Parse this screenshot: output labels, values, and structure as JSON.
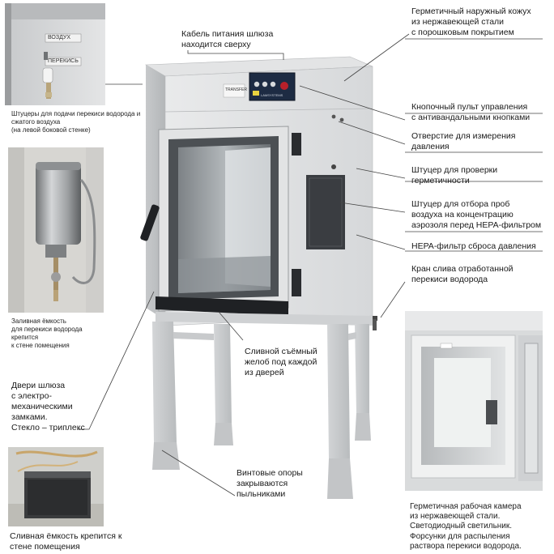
{
  "photo_top_left": {
    "panel_label_1": "ВОЗДУХ",
    "panel_label_2": "ПЕРЕКИСЬ",
    "caption": [
      "Штуцеры для подачи перекиси водорода и",
      "сжатого воздуха",
      "(на левой боковой стенке)"
    ]
  },
  "photo_mid_left": {
    "caption": [
      "Заливная ёмкость",
      "для перекиси водорода",
      "крепится",
      "к стене помещения"
    ]
  },
  "photo_bottom_left": {
    "caption": "Сливная ёмкость крепится к стене помещения"
  },
  "photo_bottom_right": {
    "caption": [
      "Герметичная рабочая камера",
      "из нержавеющей стали.",
      "Светодиодный светильник.",
      "Форсунки для распыления",
      "раствора перекиси водорода."
    ]
  },
  "callouts": {
    "power_cable": [
      "Кабель питания шлюза",
      "находится сверху"
    ],
    "housing": [
      "Герметичный наружный кожух",
      "из нержавеющей стали",
      "с порошковым покрытием"
    ],
    "control_panel": [
      "Кнопочный пульт управления",
      "с антивандальными кнопками"
    ],
    "pressure_port": [
      "Отверстие для измерения",
      "давления"
    ],
    "leak_test": [
      "Штуцер для проверки",
      "герметичности"
    ],
    "sample_port": [
      "Штуцер для отбора проб",
      "воздуха на концентрацию",
      "аэрозоля перед HEPA-фильтром"
    ],
    "hepa": "HEPA-фильтр сброса давления",
    "drain_valve": [
      "Кран слива отработанной",
      "перекиси водорода"
    ],
    "drain_tray": [
      "Сливной съёмный",
      "желоб под каждой",
      "из дверей"
    ],
    "doors": [
      "Двери шлюза",
      "с электро-",
      "механическими",
      "замками.",
      "Стекло – триплекс"
    ],
    "feet": [
      "Винтовые опоры",
      "закрываются",
      "пыльниками"
    ]
  },
  "device": {
    "nameplate": "TRANSFER",
    "brand": "LAMSYSTEMS"
  }
}
